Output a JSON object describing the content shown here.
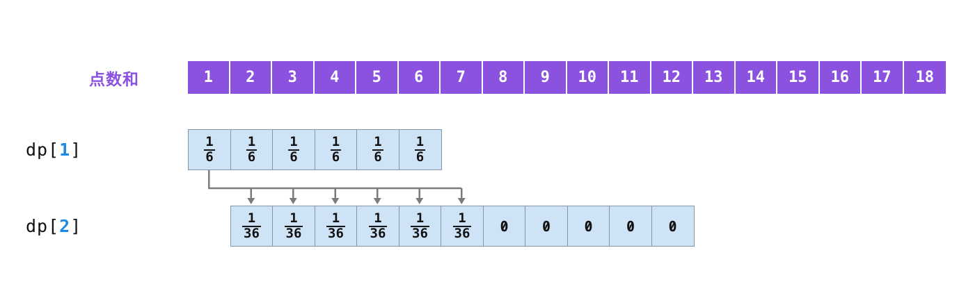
{
  "header": {
    "label": "点数和",
    "cells": [
      "1",
      "2",
      "3",
      "4",
      "5",
      "6",
      "7",
      "8",
      "9",
      "10",
      "11",
      "12",
      "13",
      "14",
      "15",
      "16",
      "17",
      "18"
    ]
  },
  "rows": [
    {
      "label": {
        "prefix": "dp[",
        "index": "1",
        "suffix": "]"
      },
      "offset_columns": 0,
      "cells": [
        {
          "type": "fraction",
          "num": "1",
          "den": "6"
        },
        {
          "type": "fraction",
          "num": "1",
          "den": "6"
        },
        {
          "type": "fraction",
          "num": "1",
          "den": "6"
        },
        {
          "type": "fraction",
          "num": "1",
          "den": "6"
        },
        {
          "type": "fraction",
          "num": "1",
          "den": "6"
        },
        {
          "type": "fraction",
          "num": "1",
          "den": "6"
        }
      ]
    },
    {
      "label": {
        "prefix": "dp[",
        "index": "2",
        "suffix": "]"
      },
      "offset_columns": 1,
      "cells": [
        {
          "type": "fraction",
          "num": "1",
          "den": "36"
        },
        {
          "type": "fraction",
          "num": "1",
          "den": "36"
        },
        {
          "type": "fraction",
          "num": "1",
          "den": "36"
        },
        {
          "type": "fraction",
          "num": "1",
          "den": "36"
        },
        {
          "type": "fraction",
          "num": "1",
          "den": "36"
        },
        {
          "type": "fraction",
          "num": "1",
          "den": "36"
        },
        {
          "type": "value",
          "value": "0"
        },
        {
          "type": "value",
          "value": "0"
        },
        {
          "type": "value",
          "value": "0"
        },
        {
          "type": "value",
          "value": "0"
        },
        {
          "type": "value",
          "value": "0"
        }
      ]
    }
  ],
  "connector": {
    "from_row": 0,
    "from_cell": 1,
    "to_row": 1,
    "to_cells": [
      1,
      2,
      3,
      4,
      5,
      6
    ]
  },
  "colors": {
    "header_fill": "#8B52E0",
    "header_text": "#FFFFFF",
    "label_purple": "#8B52E0",
    "cell_fill": "#CFE3F7",
    "cell_border": "#8496A6",
    "index_blue": "#1E88E5",
    "arrow_gray": "#7B7B7B",
    "text_dark": "#111111"
  }
}
